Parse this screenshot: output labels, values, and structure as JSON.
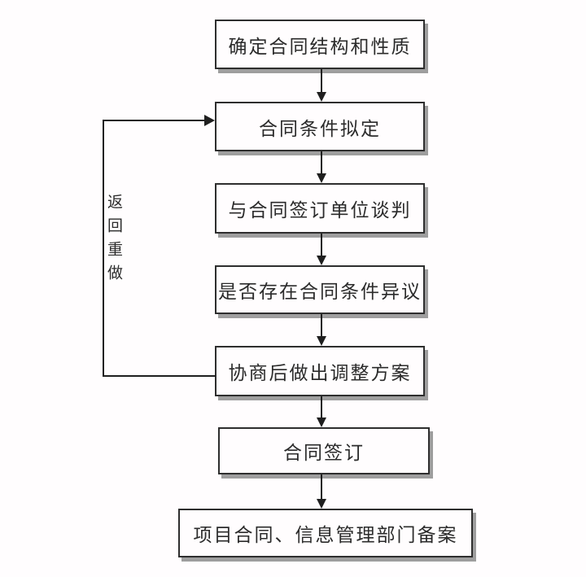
{
  "diagram": {
    "type": "flowchart",
    "language": "zh-CN",
    "nodes": [
      {
        "id": "n1",
        "label": "确定合同结构和性质"
      },
      {
        "id": "n2",
        "label": "合同条件拟定"
      },
      {
        "id": "n3",
        "label": "与合同签订单位谈判"
      },
      {
        "id": "n4",
        "label": "是否存在合同条件异议"
      },
      {
        "id": "n5",
        "label": "协商后做出调整方案"
      },
      {
        "id": "n6",
        "label": "合同签订"
      },
      {
        "id": "n7",
        "label": "项目合同、信息管理部门备案"
      }
    ],
    "edges": [
      {
        "from": "n1",
        "to": "n2"
      },
      {
        "from": "n2",
        "to": "n3"
      },
      {
        "from": "n3",
        "to": "n4"
      },
      {
        "from": "n4",
        "to": "n5"
      },
      {
        "from": "n5",
        "to": "n6"
      },
      {
        "from": "n6",
        "to": "n7"
      },
      {
        "from": "n5",
        "to": "n2",
        "label": "返回重做",
        "kind": "feedback-loop"
      }
    ],
    "loop_label": "返回重做",
    "colors": {
      "background": "#fffdfe",
      "node_border": "#2e2e2e",
      "node_shadow": "#9e9e9e",
      "arrow": "#1f1f1f",
      "text": "#2b2b2b"
    }
  }
}
